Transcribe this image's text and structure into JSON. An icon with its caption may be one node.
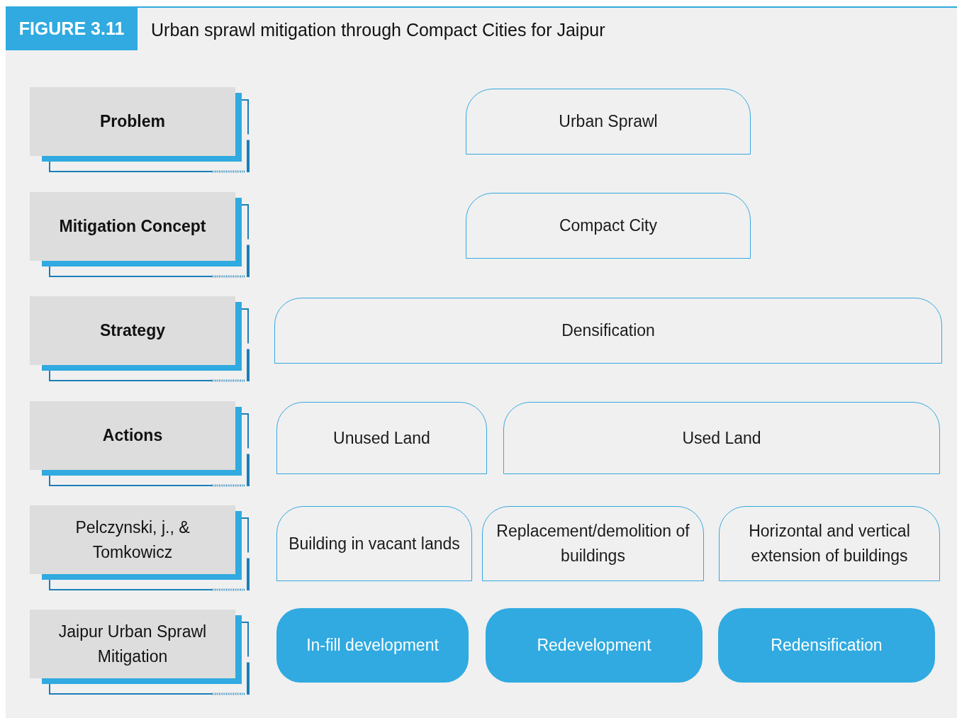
{
  "diagram": {
    "title": "Urban sprawl mitigation through Compact Cities for Jaipur",
    "labels": [
      "FIGURE 3.11"
    ],
    "nodes": [
      {
        "text": [
          "Problem"
        ]
      },
      {
        "text": [
          "Urban Sprawl"
        ]
      },
      {
        "text": [
          "Mitigation Concept"
        ]
      },
      {
        "text": [
          "Compact City"
        ]
      },
      {
        "text": [
          "Strategy"
        ]
      },
      {
        "text": [
          "Densification"
        ]
      },
      {
        "text": [
          "Actions"
        ]
      },
      {
        "text": [
          "Unused Land"
        ]
      },
      {
        "text": [
          "Used Land"
        ]
      },
      {
        "text": [
          "Pelczynski, j., & Tomkowicz"
        ]
      },
      {
        "text": [
          "Building in vacant lands"
        ]
      },
      {
        "text": [
          "Replacement/demolition of buildings"
        ]
      },
      {
        "text": [
          "Horizontal and vertical extension of buildings"
        ]
      },
      {
        "text": [
          "Jaipur Urban Sprawl Mitigation"
        ]
      },
      {
        "text": [
          "In-fill development"
        ]
      },
      {
        "text": [
          "Redevelopment"
        ]
      },
      {
        "text": [
          "Redensification"
        ]
      }
    ]
  }
}
